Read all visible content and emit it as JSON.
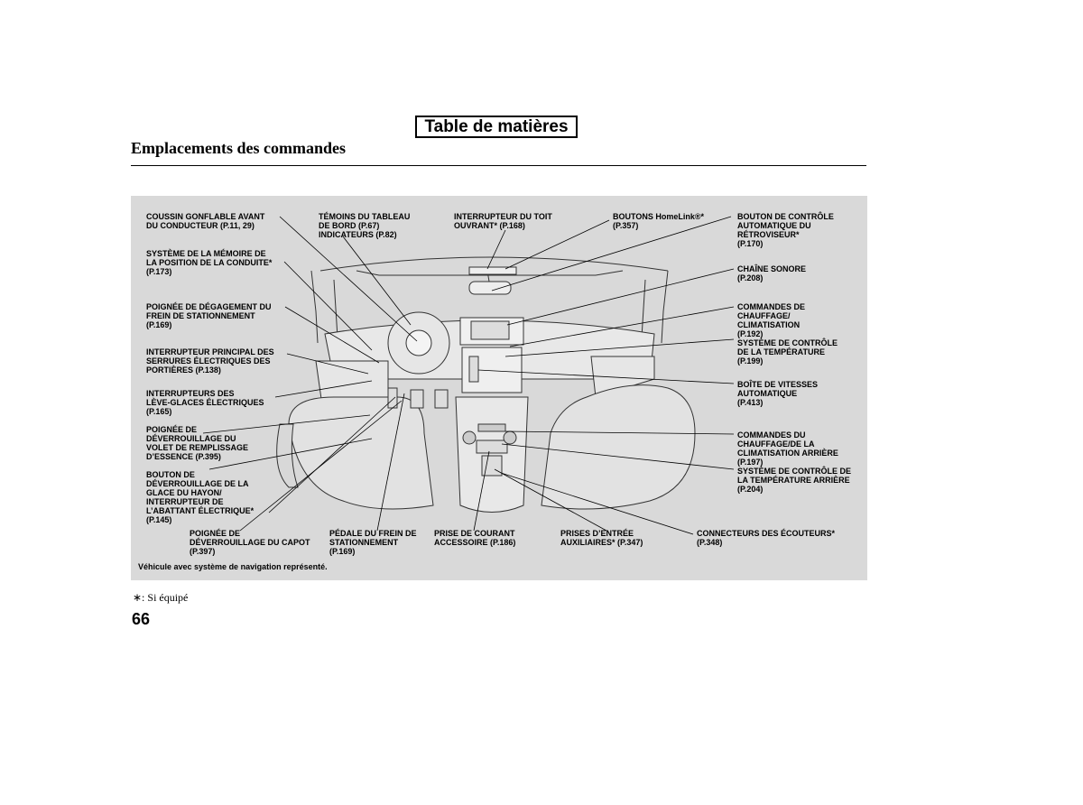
{
  "toc_button": "Table de matières",
  "heading": "Emplacements des commandes",
  "labels": {
    "airbag": [
      "COUSSIN GONFLABLE AVANT",
      "DU CONDUCTEUR (P.11, 29)"
    ],
    "memory": [
      "SYSTÈME DE LA MÉMOIRE DE",
      "LA POSITION DE LA CONDUITE*",
      "(P.173)"
    ],
    "parking_release": [
      "POIGNÉE DE DÉGAGEMENT DU",
      "FREIN DE STATIONNEMENT",
      "(P.169)"
    ],
    "door_lock": [
      "INTERRUPTEUR PRINCIPAL DES",
      "SERRURES ÉLECTRIQUES DES",
      "PORTIÈRES (P.138)"
    ],
    "windows": [
      "INTERRUPTEURS DES",
      "LÈVE-GLACES ÉLECTRIQUES",
      "(P.165)"
    ],
    "fuel_door": [
      "POIGNÉE DE",
      "DÉVERROUILLAGE DU",
      "VOLET DE REMPLISSAGE",
      "D’ESSENCE (P.395)"
    ],
    "tailgate": [
      "BOUTON DE",
      "DÉVERROUILLAGE DE LA",
      "GLACE DU HAYON/",
      "INTERRUPTEUR DE",
      "L’ABATTANT ÉLECTRIQUE*",
      "(P.145)"
    ],
    "hood": [
      "POIGNÉE DE",
      "DÉVERROUILLAGE DU CAPOT",
      "(P.397)"
    ],
    "gauges": [
      "TÉMOINS DU TABLEAU",
      "DE BORD (P.67)",
      "INDICATEURS (P.82)"
    ],
    "sunroof": [
      "INTERRUPTEUR DU TOIT",
      "OUVRANT* (P.168)"
    ],
    "homelink": [
      "BOUTONS HomeLink®*",
      "(P.357)"
    ],
    "parking_pedal": [
      "PÉDALE DU FREIN DE",
      "STATIONNEMENT",
      "(P.169)"
    ],
    "power_outlet": [
      "PRISE DE COURANT",
      "ACCESSOIRE (P.186)"
    ],
    "aux": [
      "PRISES D’ENTRÉE",
      "AUXILIAIRES* (P.347)"
    ],
    "headphones": [
      "CONNECTEURS DES ÉCOUTEURS*",
      "(P.348)"
    ],
    "mirror": [
      "BOUTON DE CONTRÔLE",
      "AUTOMATIQUE DU",
      "RÉTROVISEUR*",
      "(P.170)"
    ],
    "audio": [
      "CHAÎNE SONORE",
      "(P.208)"
    ],
    "climate": [
      "COMMANDES DE",
      "CHAUFFAGE/",
      "CLIMATISATION",
      "(P.192)",
      "SYSTÈME DE CONTRÔLE",
      "DE LA TEMPÉRATURE",
      "(P.199)"
    ],
    "transmission": [
      "BOÎTE DE VITESSES",
      "AUTOMATIQUE",
      "(P.413)"
    ],
    "rear_climate": [
      "COMMANDES DU",
      "CHAUFFAGE/DE LA",
      "CLIMATISATION ARRIÈRE",
      "(P.197)",
      "SYSTÈME DE CONTRÔLE DE",
      "LA TEMPÉRATURE ARRIÈRE",
      "(P.204)"
    ]
  },
  "note": "Véhicule avec système de navigation représenté.",
  "footnote": "∗:   Si équipé",
  "page_number": "66"
}
